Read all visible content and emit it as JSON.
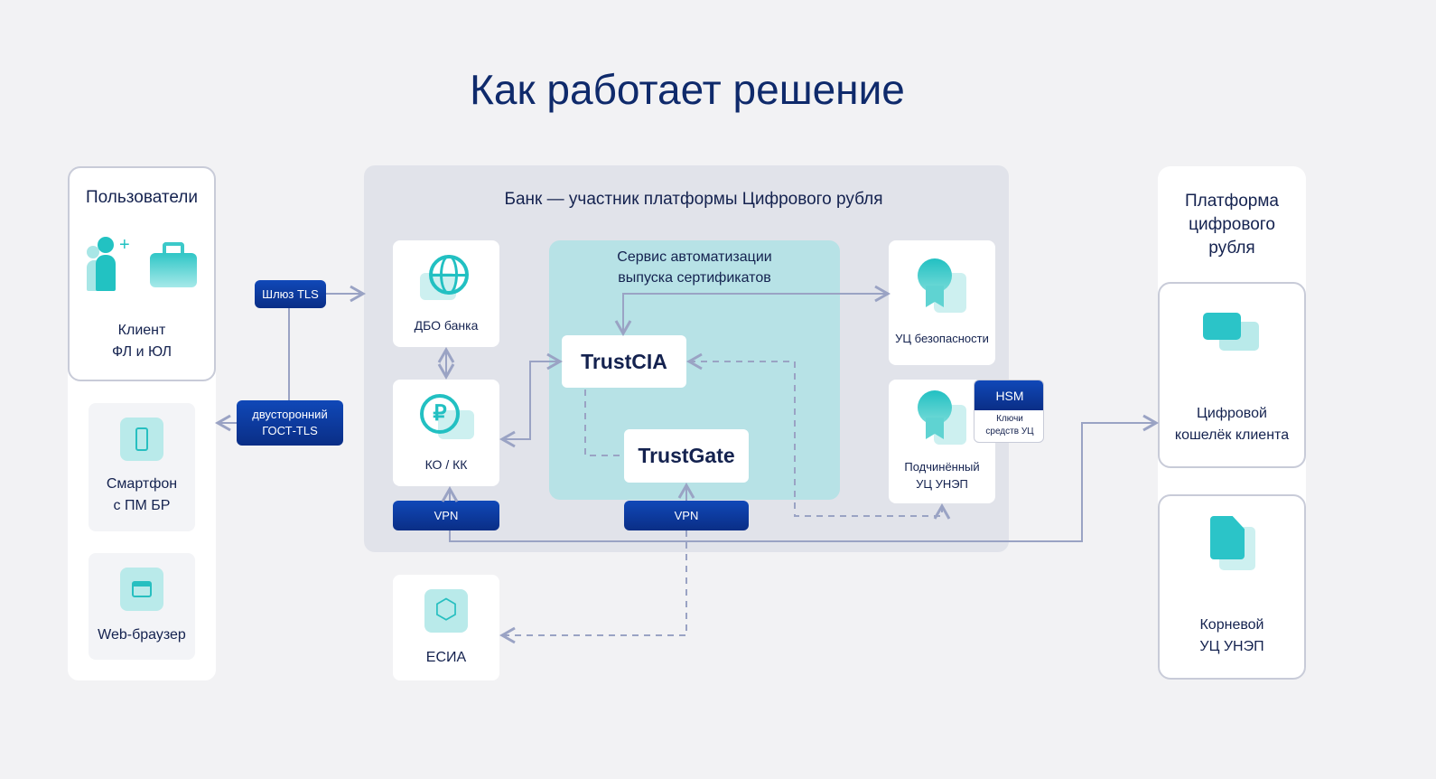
{
  "title": "Как работает решение",
  "users": {
    "heading": "Пользователи",
    "client_line1": "Клиент",
    "client_line2": "ФЛ и ЮЛ",
    "smartphone_line1": "Смартфон",
    "smartphone_line2": "с ПМ БР",
    "browser": "Web-браузер"
  },
  "gateways": {
    "tls": "Шлюз TLS",
    "gost_line1": "двусторонний",
    "gost_line2": "ГОСТ-TLS"
  },
  "bank": {
    "heading": "Банк — участник платформы Цифрового рубля",
    "dbo": "ДБО банка",
    "ko": "КО / КК",
    "vpn1": "VPN",
    "vpn2": "VPN",
    "service_line1": "Сервис автоматизации",
    "service_line2": "выпуска сертификатов",
    "trustcia": "TrustCIA",
    "trustgate": "TrustGate",
    "uc_security": "УЦ безопасности",
    "sub_uc_line1": "Подчинённый",
    "sub_uc_line2": "УЦ УНЭП",
    "hsm": "HSM",
    "hsm_keys_line1": "Ключи",
    "hsm_keys_line2": "средств УЦ"
  },
  "esia": "ЕСИА",
  "platform": {
    "heading_line1": "Платформа",
    "heading_line2": "цифрового",
    "heading_line3": "рубля",
    "wallet_line1": "Цифровой",
    "wallet_line2": "кошелёк клиента",
    "root_line1": "Корневой",
    "root_line2": "УЦ УНЭП"
  },
  "colors": {
    "navy": "#0f2a6b",
    "teal": "#2bc4c8",
    "service_bg": "#b7e2e6",
    "bank_bg": "#e1e3ea"
  }
}
